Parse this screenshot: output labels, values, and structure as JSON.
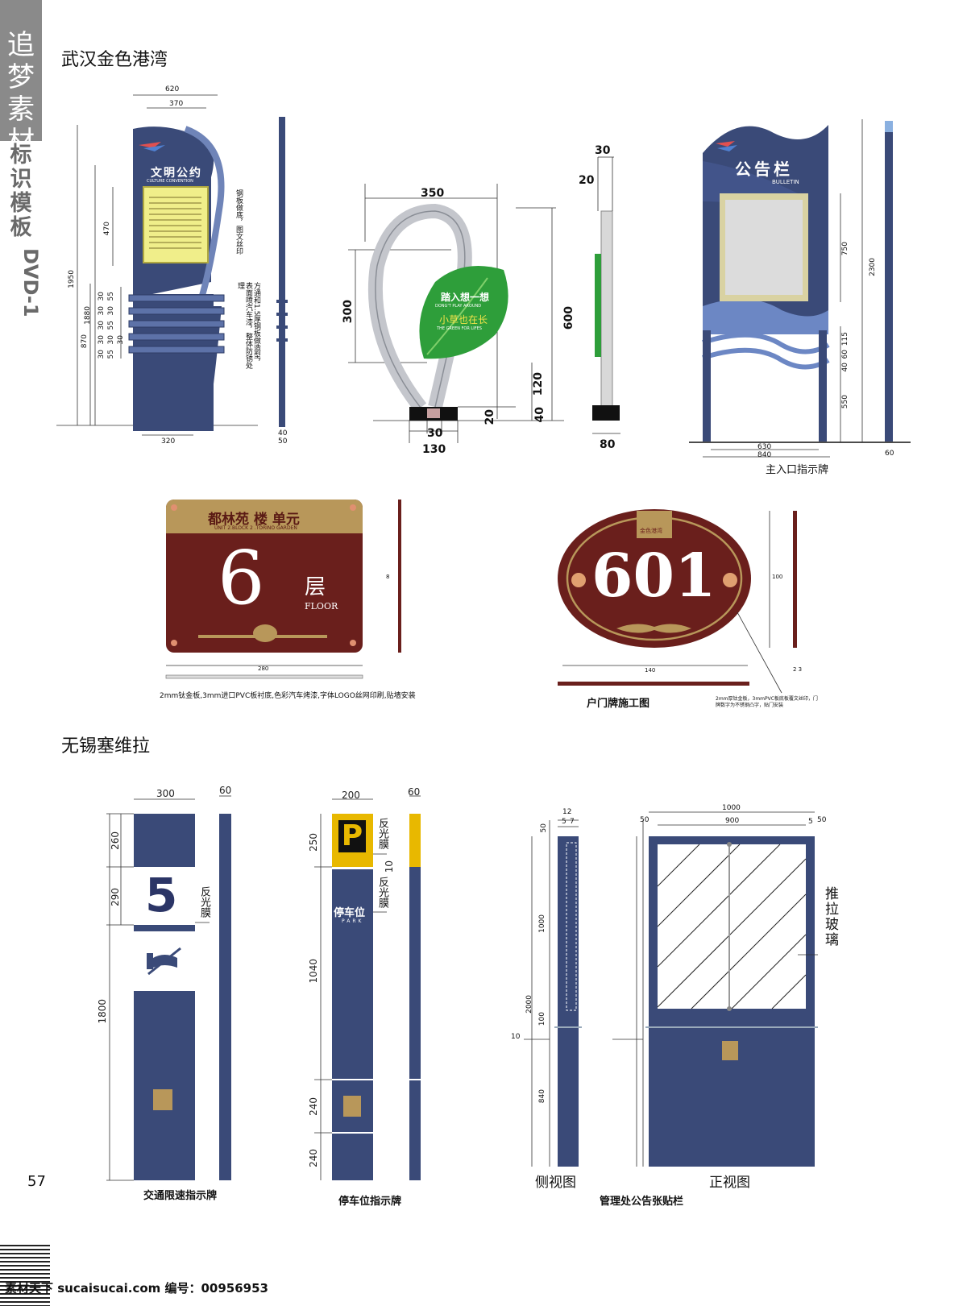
{
  "side_banner": {
    "line1": "追梦素材",
    "line2": "标识模板",
    "line3": "DVD-1"
  },
  "page_number": "57",
  "footer": "素材天下 sucaisucai.com  编号：00956953",
  "sections": {
    "wuhan": "武汉金色港湾",
    "wuxi": "无锡塞维拉"
  },
  "culture_sign": {
    "title": "文明公约",
    "subtitle": "CULTURE CONVENTION",
    "dims": {
      "w620": "620",
      "w370": "370",
      "h470": "470",
      "h1950": "1950",
      "h1880": "1880",
      "h870": "870",
      "w320": "320",
      "h40": "40",
      "h50": "50",
      "stack": [
        "30",
        "55",
        "30",
        "30",
        "30",
        "55",
        "30",
        "30",
        "30",
        "55",
        "30"
      ]
    },
    "note1": "钢板做底，图文丝印",
    "note2": "方通和1.5厚钢板做造型，表面喷汽车漆，整体防锈处理"
  },
  "leaf_sign": {
    "line1": "踏入想一想",
    "line2": "DONG'T PLAY AROUND",
    "line3": "小草也在长",
    "line4": "THE GREEN FOR LIFES",
    "dims": {
      "w350": "350",
      "h300": "300",
      "h120": "120",
      "h20": "20",
      "h40": "40",
      "w30": "30",
      "w130": "130",
      "t30": "30",
      "t20": "20",
      "h600": "600",
      "w80": "80"
    }
  },
  "bulletin": {
    "title": "公告栏",
    "subtitle": "BULLETIN",
    "caption": "主入口指示牌",
    "dims": {
      "h750": "750",
      "h2300": "2300",
      "h115": "115",
      "h60": "60",
      "h40": "40",
      "h550": "550",
      "w630": "630",
      "w840": "840",
      "w60": "60"
    }
  },
  "floor_sign": {
    "header": "都林苑 楼 单元",
    "header_en": "UNIT 2.BLOCK 2 .TORINO GARDEN",
    "number": "6",
    "char": "层",
    "floor": "FLOOR",
    "width_dim": "280",
    "height_dim": "8",
    "note": "2mm钛金板,3mm进口PVC板衬底,色彩汽车烤漆,字体LOGO丝网印刷,贴墙安装"
  },
  "door_sign": {
    "brand": "金色港湾",
    "number": "601",
    "width_dim": "140",
    "height_dim": "100",
    "thick": "2 3",
    "caption": "户门牌施工图",
    "note": "2mm厚钛金板，3mmPVC板底板覆文丝印，门牌数字为不锈钢凸字，贴门安装"
  },
  "speed_sign": {
    "caption": "交通限速指示牌",
    "number": "5",
    "reflect": "反光膜",
    "dims": {
      "w300": "300",
      "w60": "60",
      "h260": "260",
      "h290": "290",
      "h1800": "1800"
    }
  },
  "parking_sign": {
    "caption": "停车位指示牌",
    "letter": "P",
    "reflect1": "反光膜",
    "reflect2": "反光膜",
    "label": "停车位",
    "label_en": "PARK",
    "dims": {
      "w200": "200",
      "w60": "60",
      "h250": "250",
      "h10": "10",
      "h1040": "1040",
      "h240a": "240",
      "h240b": "240"
    }
  },
  "notice_board": {
    "caption": "管理处公告张贴栏",
    "side_view": "侧视图",
    "front_view": "正视图",
    "glass": "推拉玻璃",
    "dims": {
      "w12": "12",
      "w5": "5",
      "w7": "7",
      "h50": "50",
      "h1000": "1000",
      "h2000": "2000",
      "h100": "100",
      "h10": "10",
      "h840": "840",
      "w1000": "1000",
      "w900": "900",
      "w50a": "50",
      "w50b": "50",
      "w5b": "5"
    }
  },
  "colors": {
    "navy": "#3a4a78",
    "maroon": "#6a1f1c",
    "gold": "#b8975a",
    "green": "#2e9e3a",
    "yellow": "#e8b800"
  }
}
